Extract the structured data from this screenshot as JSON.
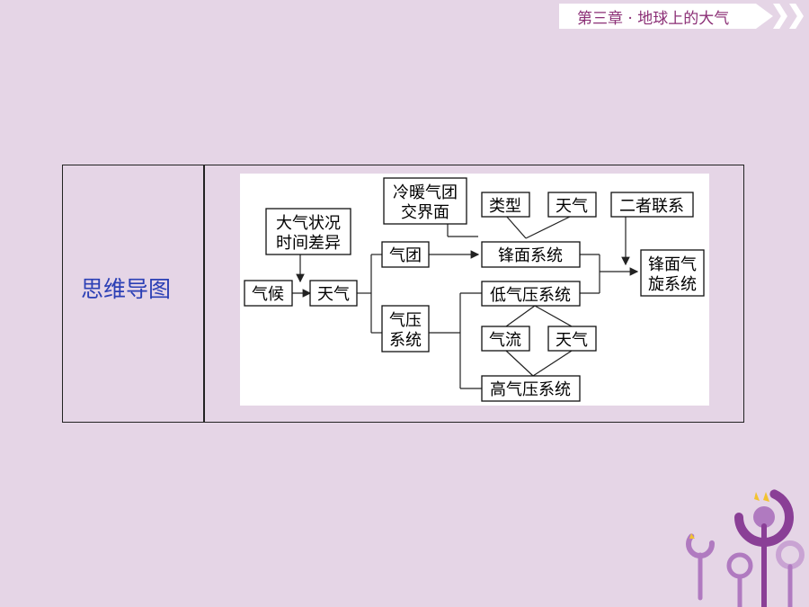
{
  "header": {
    "chapter": "第三章 · 地球上的大气"
  },
  "table": {
    "row_label": "思维导图"
  },
  "diagram": {
    "nodes": {
      "daqi": [
        "大气状况",
        "时间差异"
      ],
      "qihou": [
        "气候"
      ],
      "tianqi": [
        "天气"
      ],
      "lengnuan": [
        "冷暖气团",
        "交界面"
      ],
      "qituan": [
        "气团"
      ],
      "qiya": [
        "气压",
        "系统"
      ],
      "leixing": [
        "类型"
      ],
      "tianqi2": [
        "天气"
      ],
      "erzhe": [
        "二者联系"
      ],
      "fengmian": [
        "锋面系统"
      ],
      "diqiya": [
        "低气压系统"
      ],
      "qiliu": [
        "气流"
      ],
      "tianqi3": [
        "天气"
      ],
      "gaoqiya": [
        "高气压系统"
      ],
      "xuanxi": [
        "锋面气",
        "旋系统"
      ]
    }
  },
  "colors": {
    "background": "#e5d5e6",
    "label": "#2b3fb5",
    "header_text": "#8b2f76",
    "deco_purple": "#8a3f96",
    "deco_yellow": "#f2c230"
  }
}
